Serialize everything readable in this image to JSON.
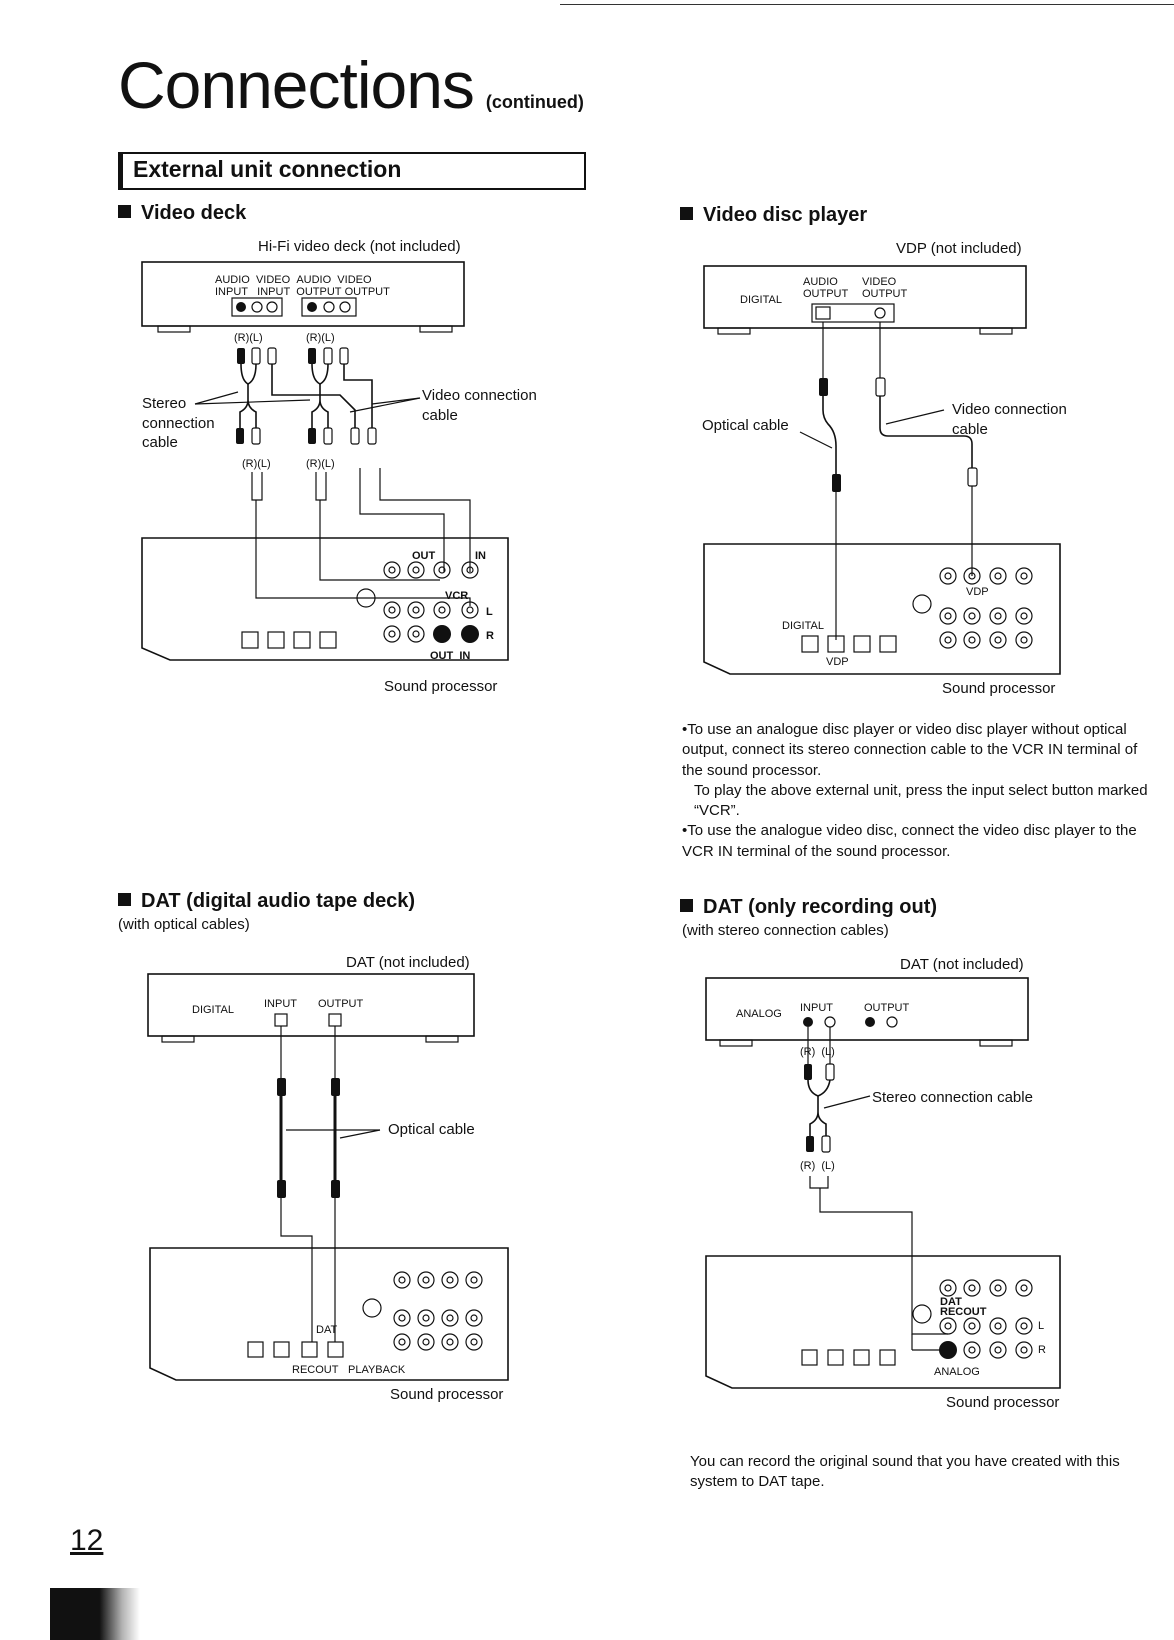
{
  "page": {
    "title": "Connections",
    "title_suffix": "(continued)",
    "section": "External unit connection",
    "page_number": "12"
  },
  "video_deck": {
    "heading": "Video deck",
    "device_caption": "Hi-Fi video deck (not included)",
    "jack_labels": [
      "AUDIO",
      "VIDEO",
      "AUDIO",
      "VIDEO",
      "INPUT",
      "INPUT",
      "OUTPUT",
      "OUTPUT"
    ],
    "rl_left": "(R)(L)",
    "rl_right": "(R)(L)",
    "rl_lower_left": "(R)(L)",
    "rl_lower_right": "(R)(L)",
    "stereo_cable": "Stereo\nconnection\ncable",
    "video_cable": "Video connection\ncable",
    "out": "OUT",
    "in": "IN",
    "vcr": "VCR",
    "l": "L",
    "r": "R",
    "out_in": "OUT  IN",
    "processor_caption": "Sound processor"
  },
  "vdp": {
    "heading": "Video disc player",
    "device_caption": "VDP (not included)",
    "digital": "DIGITAL",
    "audio_output": "AUDIO\nOUTPUT",
    "video_output": "VIDEO\nOUTPUT",
    "optical_cable": "Optical cable",
    "video_cable": "Video connection\ncable",
    "vdp_label": "VDP",
    "digital_lower": "DIGITAL",
    "vdp_lower": "VDP",
    "processor_caption": "Sound processor",
    "notes": [
      "•To use an analogue disc player or video disc player without optical output, connect its stereo connection cable to the VCR IN terminal of the sound processor.",
      "To play the above external unit, press the input select button marked “VCR”.",
      "•To use the analogue video disc, connect the video disc player to the VCR IN terminal of the sound processor."
    ]
  },
  "dat_digital": {
    "heading": "DAT (digital audio tape deck)",
    "subheading": "(with optical cables)",
    "device_caption": "DAT (not included)",
    "digital": "DIGITAL",
    "input": "INPUT",
    "output": "OUTPUT",
    "optical_cable": "Optical cable",
    "dat": "DAT",
    "recout": "RECOUT",
    "playback": "PLAYBACK",
    "processor_caption": "Sound processor"
  },
  "dat_analog": {
    "heading": "DAT (only recording out)",
    "subheading": "(with stereo connection cables)",
    "device_caption": "DAT (not included)",
    "analog": "ANALOG",
    "input": "INPUT",
    "output": "OUTPUT",
    "rl_upper": "(R)  (L)",
    "rl_lower": "(R)  (L)",
    "stereo_cable": "Stereo connection cable",
    "dat": "DAT",
    "recout": "RECOUT",
    "l": "L",
    "r": "R",
    "analog_lower": "ANALOG",
    "processor_caption": "Sound processor",
    "note": "You can record the original sound that you have created with this system to DAT tape."
  }
}
